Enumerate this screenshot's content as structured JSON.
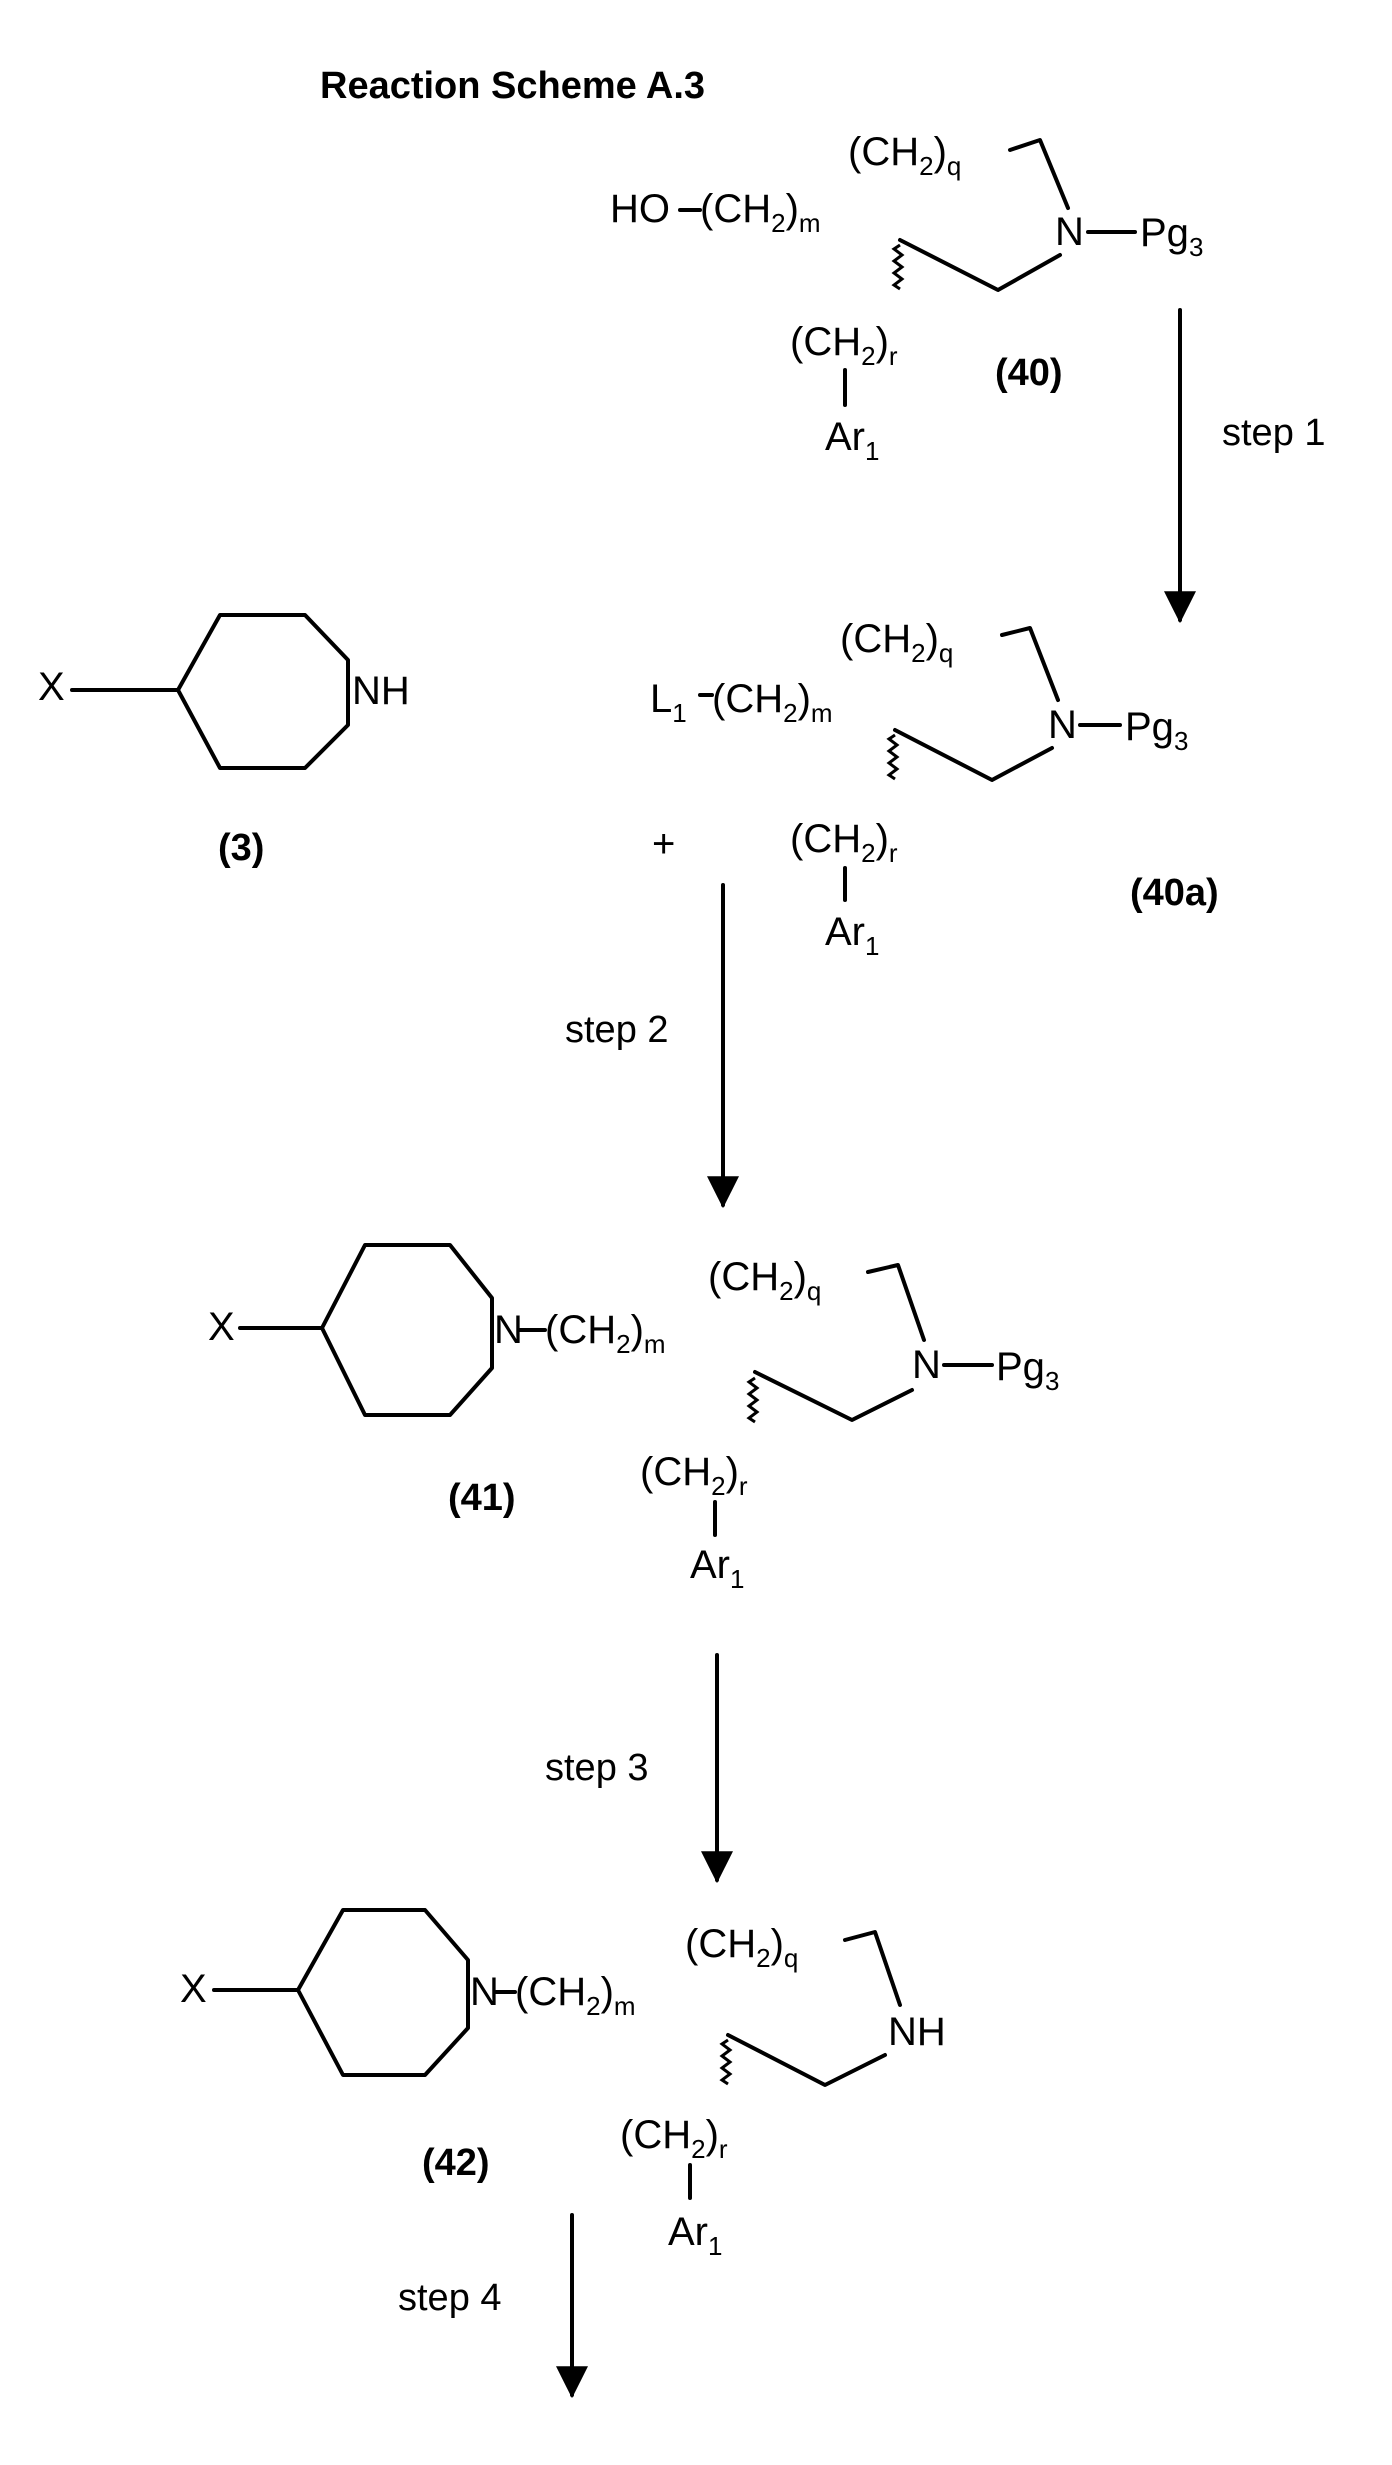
{
  "title": "Reaction Scheme A.3",
  "labels": {
    "ho": "HO",
    "ch2m": "(CH",
    "ch2m_sub2": "2",
    "ch2m_close": ")",
    "sub_m": "m",
    "ch2q": "(CH",
    "ch2q_sub2": "2",
    "ch2q_close": ")",
    "sub_q": "q",
    "ch2r": "(CH",
    "ch2r_sub2": "2",
    "ch2r_close": ")",
    "sub_r": "r",
    "n": "N",
    "nh": "NH",
    "pg": "Pg",
    "pg_sub": "3",
    "ar": "Ar",
    "ar_sub": "1",
    "l": "L",
    "l_sub": "1",
    "x": "X",
    "plus": "+"
  },
  "compounds": {
    "c40": "(40)",
    "c40a": "(40a)",
    "c3": "(3)",
    "c41": "(41)",
    "c42": "(42)"
  },
  "steps": {
    "s1": "step 1",
    "s2": "step 2",
    "s3": "step 3",
    "s4": "step 4"
  }
}
